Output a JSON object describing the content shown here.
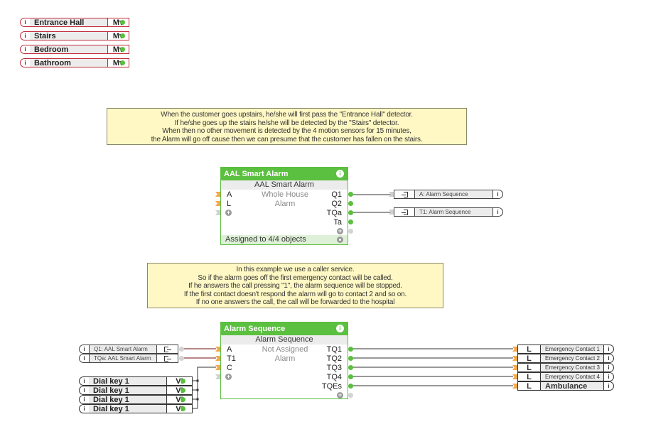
{
  "motion_inputs": [
    {
      "label": "Entrance Hall",
      "unit": "Mv"
    },
    {
      "label": "Stairs",
      "unit": "Mv"
    },
    {
      "label": "Bedroom",
      "unit": "Mv"
    },
    {
      "label": "Bathroom",
      "unit": "Mv"
    }
  ],
  "comment1": [
    "When the customer goes upstairs, he/she will first pass the \"Entrance Hall\" detector.",
    "If he/she goes up the stairs he/she will be detected by the \"Stairs\" detector.",
    "When then no other movement is detected by the 4 motion sensors for 15 minutes,",
    "the Alarm will go off cause then we can presume that the customer has fallen on the stairs."
  ],
  "smart_alarm": {
    "title": "AAL Smart Alarm",
    "subtitle": "AAL Smart Alarm",
    "inputs": [
      "A",
      "L"
    ],
    "mid": [
      "Whole House",
      "Alarm"
    ],
    "outputs": [
      "Q1",
      "Q2",
      "TQa",
      "Ta"
    ],
    "footer": "Assigned to 4/4 objects",
    "info": "i",
    "plus": "+"
  },
  "smart_alarm_refs": [
    {
      "label": "A: Alarm Sequence"
    },
    {
      "label": "T1: Alarm Sequence"
    }
  ],
  "comment2": [
    "In this example we use a caller service.",
    "So if the alarm goes off the first emergency contact will be called.",
    "If he answers the call pressing \"1\", the alarm sequence will be stopped.",
    "If the first contact doesn't respond the alarm will go to contact 2 and so on.",
    "If no one answers the call, the call will be forwarded to the hospital"
  ],
  "alarm_sequence": {
    "title": "Alarm Sequence",
    "subtitle": "Alarm Sequence",
    "inputs": [
      "A",
      "T1",
      "C"
    ],
    "mid": [
      "Not Assigned",
      "Alarm"
    ],
    "outputs": [
      "TQ1",
      "TQ2",
      "TQ3",
      "TQ4",
      "TQEs"
    ],
    "info": "i",
    "plus": "+"
  },
  "sequence_input_refs": [
    {
      "label": "Q1: AAL Smart Alarm"
    },
    {
      "label": "TQa: AAL Smart Alarm"
    }
  ],
  "dial_keys": [
    {
      "label": "Dial key 1",
      "unit": "VI"
    },
    {
      "label": "Dial key 1",
      "unit": "VI"
    },
    {
      "label": "Dial key 1",
      "unit": "VI"
    },
    {
      "label": "Dial key 1",
      "unit": "VI"
    }
  ],
  "contacts": [
    {
      "unit": "L",
      "label": "Emergency Contact 1"
    },
    {
      "unit": "L",
      "label": "Emergency Contact 2"
    },
    {
      "unit": "L",
      "label": "Emergency Contact 3"
    },
    {
      "unit": "L",
      "label": "Emergency Contact 4"
    },
    {
      "unit": "L",
      "label": "Ambulance"
    }
  ],
  "info_glyph": "i"
}
